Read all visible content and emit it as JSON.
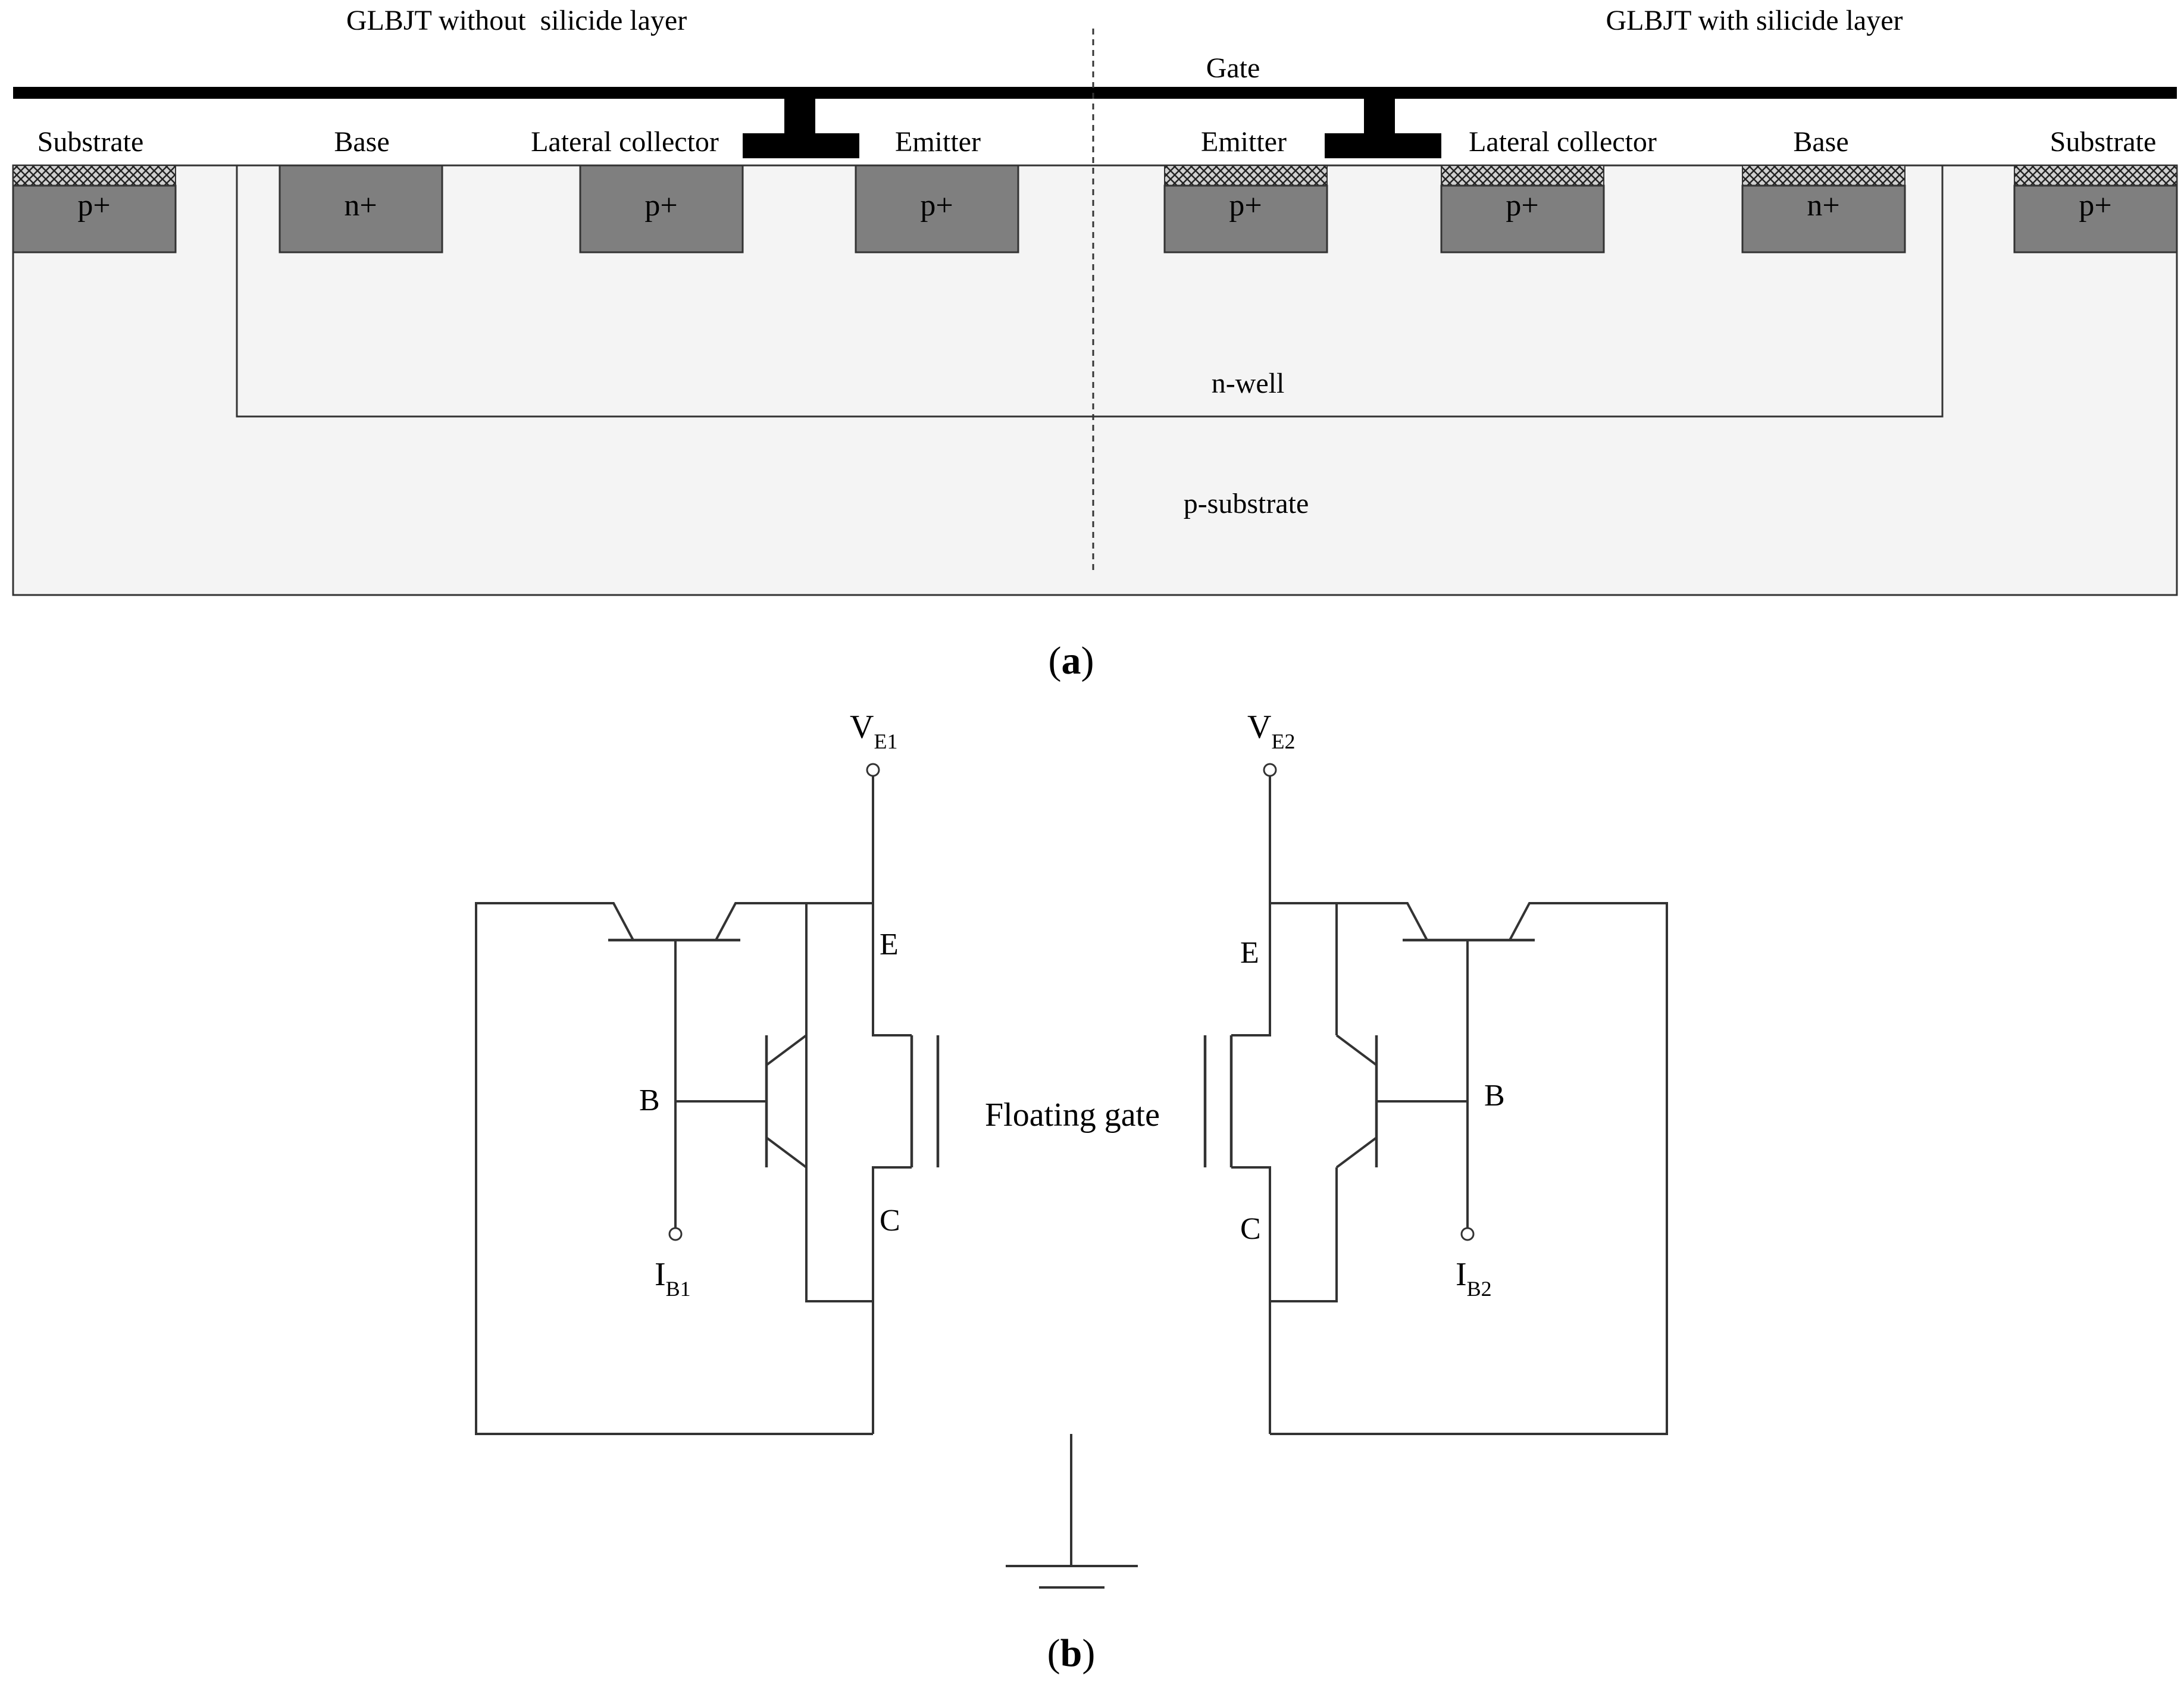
{
  "figure_a": {
    "title_left": "GLBJT without  silicide layer",
    "title_right": "GLBJT with silicide layer",
    "gate_label": "Gate",
    "left_labels": {
      "substrate": "Substrate",
      "base": "Base",
      "lateral_collector": "Lateral collector",
      "emitter": "Emitter"
    },
    "right_labels": {
      "emitter": "Emitter",
      "lateral_collector": "Lateral collector",
      "base": "Base",
      "substrate": "Substrate"
    },
    "doping": {
      "p_plus": "p+",
      "n_plus": "n+"
    },
    "nwell_label": "n-well",
    "psub_label": "p-substrate",
    "caption_open": "(",
    "caption_letter": "a",
    "caption_close": ")"
  },
  "figure_b": {
    "left": {
      "supply_main": "V",
      "supply_sub": "E1",
      "emitter": "E",
      "base": "B",
      "collector": "C",
      "current_main": "I",
      "current_sub": "B1"
    },
    "right": {
      "supply_main": "V",
      "supply_sub": "E2",
      "emitter": "E",
      "base": "B",
      "collector": "C",
      "current_main": "I",
      "current_sub": "B2"
    },
    "floating_gate": "Floating gate",
    "caption_open": "(",
    "caption_letter": "b",
    "caption_close": ")"
  },
  "colors": {
    "region_fill": "#7f7f7f",
    "substrate_fill": "#f4f4f4",
    "gate_metal": "#000000",
    "line": "#333333"
  }
}
